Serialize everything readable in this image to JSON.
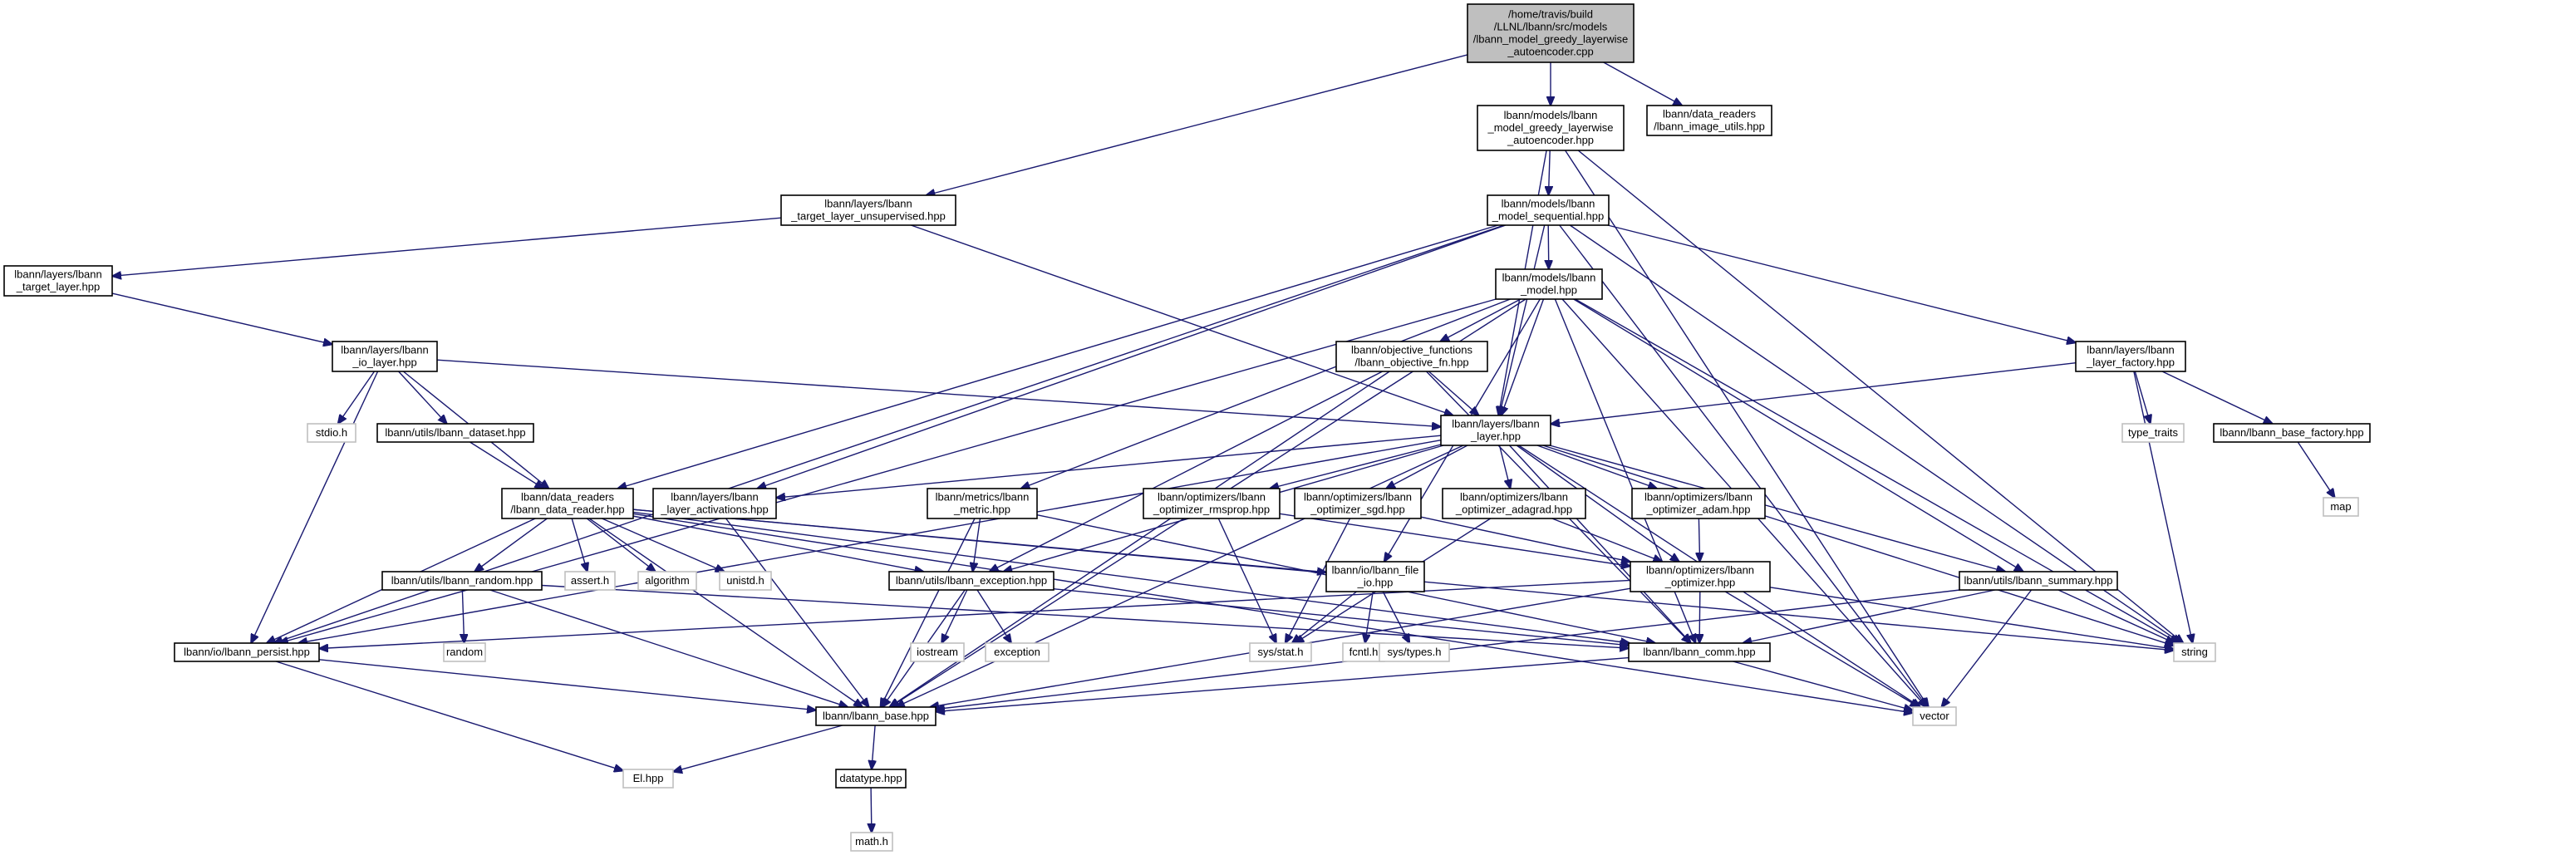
{
  "graph": {
    "colors": {
      "edge": "#191970",
      "box_border": "#000000",
      "box_fill": "#ffffff",
      "root_fill": "#bfbfbf",
      "sys_border": "#bfbfbf",
      "text": "#000000"
    },
    "nodes": [
      {
        "id": "root",
        "kind": "root",
        "lines": [
          "/home/travis/build",
          "/LLNL/lbann/src/models",
          "/lbann_model_greedy_layerwise",
          "_autoencoder.cpp"
        ]
      },
      {
        "id": "greedy_hpp",
        "kind": "file",
        "lines": [
          "lbann/models/lbann",
          "_model_greedy_layerwise",
          "_autoencoder.hpp"
        ]
      },
      {
        "id": "image_utils",
        "kind": "file",
        "lines": [
          "lbann/data_readers",
          "/lbann_image_utils.hpp"
        ]
      },
      {
        "id": "target_unsup",
        "kind": "file",
        "lines": [
          "lbann/layers/lbann",
          "_target_layer_unsupervised.hpp"
        ]
      },
      {
        "id": "model_seq",
        "kind": "file",
        "lines": [
          "lbann/models/lbann",
          "_model_sequential.hpp"
        ]
      },
      {
        "id": "target_layer",
        "kind": "file",
        "lines": [
          "lbann/layers/lbann",
          "_target_layer.hpp"
        ]
      },
      {
        "id": "model_hpp",
        "kind": "file",
        "lines": [
          "lbann/models/lbann",
          "_model.hpp"
        ]
      },
      {
        "id": "io_layer",
        "kind": "file",
        "lines": [
          "lbann/layers/lbann",
          "_io_layer.hpp"
        ]
      },
      {
        "id": "objective",
        "kind": "file",
        "lines": [
          "lbann/objective_functions",
          "/lbann_objective_fn.hpp"
        ]
      },
      {
        "id": "layer_factory",
        "kind": "file",
        "lines": [
          "lbann/layers/lbann",
          "_layer_factory.hpp"
        ]
      },
      {
        "id": "stdio",
        "kind": "sys",
        "lines": [
          "stdio.h"
        ]
      },
      {
        "id": "dataset",
        "kind": "file",
        "lines": [
          "lbann/utils/lbann_dataset.hpp"
        ]
      },
      {
        "id": "layer_hpp",
        "kind": "file",
        "lines": [
          "lbann/layers/lbann",
          "_layer.hpp"
        ]
      },
      {
        "id": "type_traits",
        "kind": "sys",
        "lines": [
          "type_traits"
        ]
      },
      {
        "id": "base_factory",
        "kind": "file",
        "lines": [
          "lbann/lbann_base_factory.hpp"
        ]
      },
      {
        "id": "map",
        "kind": "sys",
        "lines": [
          "map"
        ]
      },
      {
        "id": "data_reader",
        "kind": "file",
        "lines": [
          "lbann/data_readers",
          "/lbann_data_reader.hpp"
        ]
      },
      {
        "id": "activations",
        "kind": "file",
        "lines": [
          "lbann/layers/lbann",
          "_layer_activations.hpp"
        ]
      },
      {
        "id": "metric",
        "kind": "file",
        "lines": [
          "lbann/metrics/lbann",
          "_metric.hpp"
        ]
      },
      {
        "id": "rmsprop",
        "kind": "file",
        "lines": [
          "lbann/optimizers/lbann",
          "_optimizer_rmsprop.hpp"
        ]
      },
      {
        "id": "sgd",
        "kind": "file",
        "lines": [
          "lbann/optimizers/lbann",
          "_optimizer_sgd.hpp"
        ]
      },
      {
        "id": "adagrad",
        "kind": "file",
        "lines": [
          "lbann/optimizers/lbann",
          "_optimizer_adagrad.hpp"
        ]
      },
      {
        "id": "adam",
        "kind": "file",
        "lines": [
          "lbann/optimizers/lbann",
          "_optimizer_adam.hpp"
        ]
      },
      {
        "id": "random_hpp",
        "kind": "file",
        "lines": [
          "lbann/utils/lbann_random.hpp"
        ]
      },
      {
        "id": "assert",
        "kind": "sys",
        "lines": [
          "assert.h"
        ]
      },
      {
        "id": "algorithm",
        "kind": "sys",
        "lines": [
          "algorithm"
        ]
      },
      {
        "id": "unistd",
        "kind": "sys",
        "lines": [
          "unistd.h"
        ]
      },
      {
        "id": "exception_hpp",
        "kind": "file",
        "lines": [
          "lbann/utils/lbann_exception.hpp"
        ]
      },
      {
        "id": "file_io",
        "kind": "file",
        "lines": [
          "lbann/io/lbann_file",
          "_io.hpp"
        ]
      },
      {
        "id": "optimizer",
        "kind": "file",
        "lines": [
          "lbann/optimizers/lbann",
          "_optimizer.hpp"
        ]
      },
      {
        "id": "summary",
        "kind": "file",
        "lines": [
          "lbann/utils/lbann_summary.hpp"
        ]
      },
      {
        "id": "persist",
        "kind": "file",
        "lines": [
          "lbann/io/lbann_persist.hpp"
        ]
      },
      {
        "id": "random",
        "kind": "sys",
        "lines": [
          "random"
        ]
      },
      {
        "id": "iostream",
        "kind": "sys",
        "lines": [
          "iostream"
        ]
      },
      {
        "id": "exception",
        "kind": "sys",
        "lines": [
          "exception"
        ]
      },
      {
        "id": "sys_stat",
        "kind": "sys",
        "lines": [
          "sys/stat.h"
        ]
      },
      {
        "id": "fcntl",
        "kind": "sys",
        "lines": [
          "fcntl.h"
        ]
      },
      {
        "id": "sys_types",
        "kind": "sys",
        "lines": [
          "sys/types.h"
        ]
      },
      {
        "id": "comm",
        "kind": "file",
        "lines": [
          "lbann/lbann_comm.hpp"
        ]
      },
      {
        "id": "string",
        "kind": "sys",
        "lines": [
          "string"
        ]
      },
      {
        "id": "base",
        "kind": "file",
        "lines": [
          "lbann/lbann_base.hpp"
        ]
      },
      {
        "id": "vector",
        "kind": "sys",
        "lines": [
          "vector"
        ]
      },
      {
        "id": "el",
        "kind": "sys",
        "lines": [
          "El.hpp"
        ]
      },
      {
        "id": "datatype",
        "kind": "file",
        "lines": [
          "datatype.hpp"
        ]
      },
      {
        "id": "math",
        "kind": "sys",
        "lines": [
          "math.h"
        ]
      }
    ],
    "edges": [
      [
        "root",
        "greedy_hpp"
      ],
      [
        "root",
        "image_utils"
      ],
      [
        "root",
        "target_unsup"
      ],
      [
        "greedy_hpp",
        "model_seq"
      ],
      [
        "greedy_hpp",
        "layer_hpp"
      ],
      [
        "greedy_hpp",
        "string"
      ],
      [
        "greedy_hpp",
        "vector"
      ],
      [
        "target_unsup",
        "target_layer"
      ],
      [
        "target_unsup",
        "layer_hpp"
      ],
      [
        "target_layer",
        "io_layer"
      ],
      [
        "model_seq",
        "model_hpp"
      ],
      [
        "model_seq",
        "layer_hpp"
      ],
      [
        "model_seq",
        "layer_factory"
      ],
      [
        "model_seq",
        "data_reader"
      ],
      [
        "model_seq",
        "activations"
      ],
      [
        "model_seq",
        "persist"
      ],
      [
        "model_seq",
        "string"
      ],
      [
        "model_seq",
        "vector"
      ],
      [
        "model_hpp",
        "objective"
      ],
      [
        "model_hpp",
        "layer_hpp"
      ],
      [
        "model_hpp",
        "metric"
      ],
      [
        "model_hpp",
        "summary"
      ],
      [
        "model_hpp",
        "comm"
      ],
      [
        "model_hpp",
        "base"
      ],
      [
        "model_hpp",
        "persist"
      ],
      [
        "model_hpp",
        "file_io"
      ],
      [
        "model_hpp",
        "string"
      ],
      [
        "model_hpp",
        "vector"
      ],
      [
        "io_layer",
        "stdio"
      ],
      [
        "io_layer",
        "dataset"
      ],
      [
        "io_layer",
        "data_reader"
      ],
      [
        "io_layer",
        "persist"
      ],
      [
        "io_layer",
        "layer_hpp"
      ],
      [
        "objective",
        "layer_hpp"
      ],
      [
        "objective",
        "exception_hpp"
      ],
      [
        "objective",
        "comm"
      ],
      [
        "objective",
        "base"
      ],
      [
        "layer_factory",
        "layer_hpp"
      ],
      [
        "layer_factory",
        "type_traits"
      ],
      [
        "layer_factory",
        "base_factory"
      ],
      [
        "layer_factory",
        "string"
      ],
      [
        "base_factory",
        "map"
      ],
      [
        "dataset",
        "data_reader"
      ],
      [
        "layer_hpp",
        "activations"
      ],
      [
        "layer_hpp",
        "rmsprop"
      ],
      [
        "layer_hpp",
        "sgd"
      ],
      [
        "layer_hpp",
        "adagrad"
      ],
      [
        "layer_hpp",
        "adam"
      ],
      [
        "layer_hpp",
        "optimizer"
      ],
      [
        "layer_hpp",
        "summary"
      ],
      [
        "layer_hpp",
        "comm"
      ],
      [
        "layer_hpp",
        "base"
      ],
      [
        "layer_hpp",
        "exception_hpp"
      ],
      [
        "layer_hpp",
        "persist"
      ],
      [
        "layer_hpp",
        "string"
      ],
      [
        "layer_hpp",
        "vector"
      ],
      [
        "data_reader",
        "random_hpp"
      ],
      [
        "data_reader",
        "assert"
      ],
      [
        "data_reader",
        "algorithm"
      ],
      [
        "data_reader",
        "unistd"
      ],
      [
        "data_reader",
        "exception_hpp"
      ],
      [
        "data_reader",
        "file_io"
      ],
      [
        "data_reader",
        "comm"
      ],
      [
        "data_reader",
        "base"
      ],
      [
        "data_reader",
        "persist"
      ],
      [
        "data_reader",
        "string"
      ],
      [
        "data_reader",
        "vector"
      ],
      [
        "activations",
        "base"
      ],
      [
        "metric",
        "exception_hpp"
      ],
      [
        "metric",
        "comm"
      ],
      [
        "metric",
        "base"
      ],
      [
        "rmsprop",
        "optimizer"
      ],
      [
        "rmsprop",
        "sys_stat"
      ],
      [
        "sgd",
        "optimizer"
      ],
      [
        "sgd",
        "sys_stat"
      ],
      [
        "adagrad",
        "optimizer"
      ],
      [
        "adagrad",
        "sys_stat"
      ],
      [
        "adam",
        "optimizer"
      ],
      [
        "random_hpp",
        "random"
      ],
      [
        "random_hpp",
        "comm"
      ],
      [
        "random_hpp",
        "base"
      ],
      [
        "exception_hpp",
        "iostream"
      ],
      [
        "exception_hpp",
        "exception"
      ],
      [
        "exception_hpp",
        "comm"
      ],
      [
        "exception_hpp",
        "base"
      ],
      [
        "file_io",
        "sys_stat"
      ],
      [
        "file_io",
        "fcntl"
      ],
      [
        "file_io",
        "sys_types"
      ],
      [
        "optimizer",
        "comm"
      ],
      [
        "optimizer",
        "base"
      ],
      [
        "optimizer",
        "persist"
      ],
      [
        "optimizer",
        "string"
      ],
      [
        "optimizer",
        "vector"
      ],
      [
        "summary",
        "comm"
      ],
      [
        "summary",
        "base"
      ],
      [
        "summary",
        "string"
      ],
      [
        "summary",
        "vector"
      ],
      [
        "persist",
        "base"
      ],
      [
        "persist",
        "el"
      ],
      [
        "comm",
        "base"
      ],
      [
        "comm",
        "vector"
      ],
      [
        "base",
        "el"
      ],
      [
        "base",
        "datatype"
      ],
      [
        "datatype",
        "math"
      ]
    ]
  }
}
